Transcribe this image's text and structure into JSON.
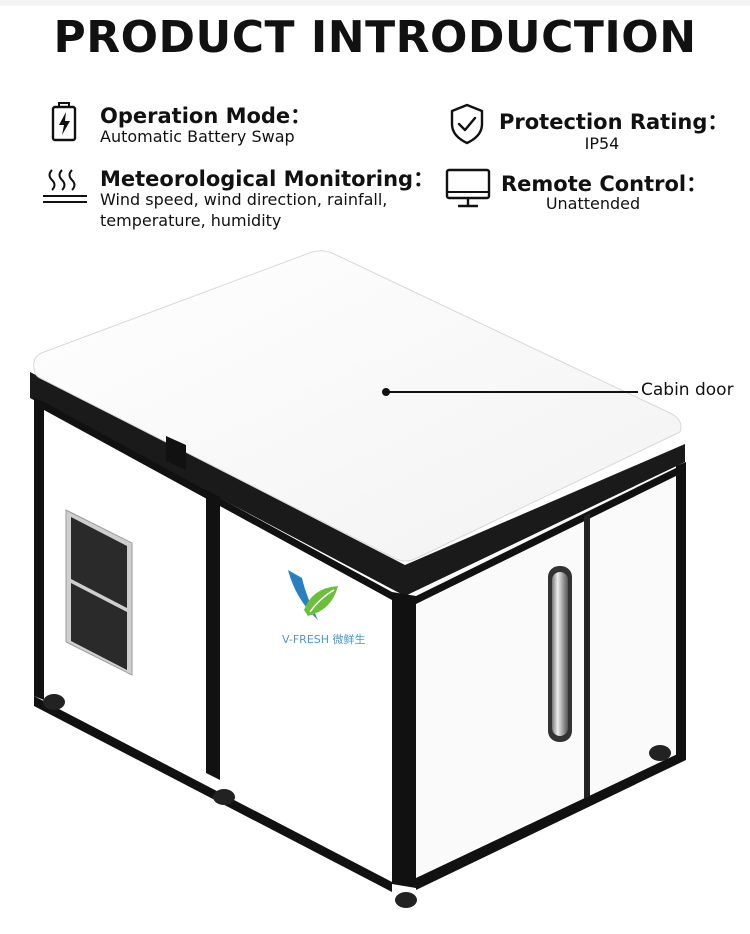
{
  "title": "PRODUCT INTRODUCTION",
  "features": {
    "operation_mode": {
      "label": "Operation Mode：",
      "value": "Automatic Battery Swap",
      "icon": "battery-charge-icon"
    },
    "meteorological": {
      "label": "Meteorological Monitoring：",
      "value": "Wind speed, wind direction, rainfall, temperature, humidity",
      "icon": "heat-waves-icon"
    },
    "protection": {
      "label": "Protection Rating：",
      "value": "IP54",
      "icon": "shield-check-icon"
    },
    "remote": {
      "label": "Remote Control：",
      "value": "Unattended",
      "icon": "monitor-icon"
    }
  },
  "product": {
    "callout": "Cabin door",
    "logo_text": "V-FRESH 微鲜生",
    "logo_colors": {
      "blue": "#2a7fc1",
      "green": "#6cbf3a"
    }
  }
}
